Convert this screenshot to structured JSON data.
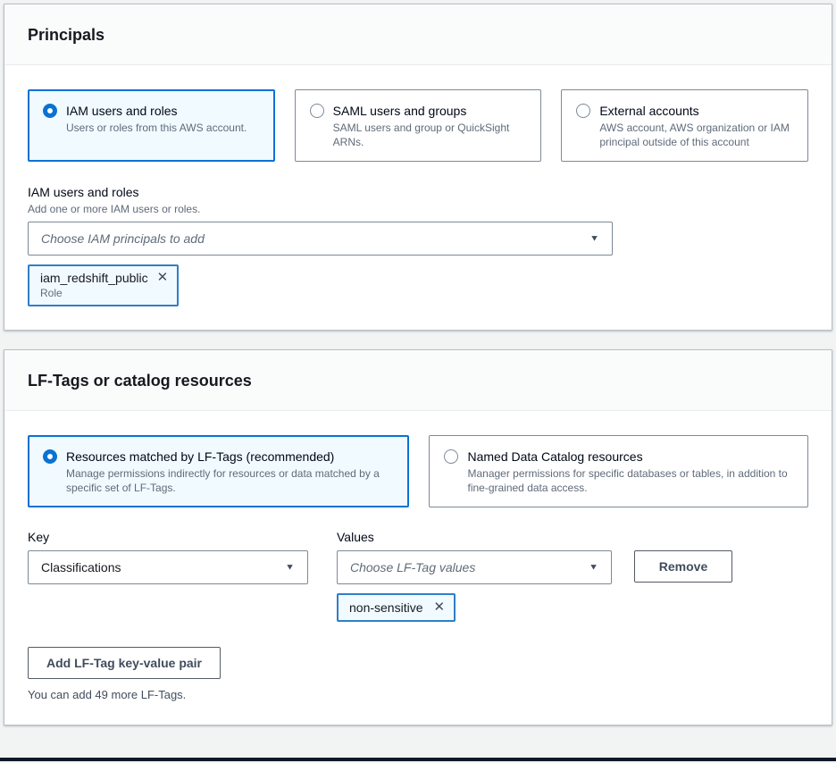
{
  "icons": {
    "caret": "▼",
    "dismiss": "✕"
  },
  "colors": {
    "accent": "#0972d3",
    "selected_bg": "#f1faff",
    "border_gray": "#7d8998"
  },
  "principals_panel": {
    "title": "Principals",
    "tiles": [
      {
        "label": "IAM users and roles",
        "description": "Users or roles from this AWS account.",
        "selected": true
      },
      {
        "label": "SAML users and groups",
        "description": "SAML users and group or QuickSight ARNs.",
        "selected": false
      },
      {
        "label": "External accounts",
        "description": "AWS account, AWS organization or IAM principal outside of this account",
        "selected": false
      }
    ],
    "field": {
      "label": "IAM users and roles",
      "description": "Add one or more IAM users or roles.",
      "placeholder": "Choose IAM principals to add"
    },
    "token": {
      "label": "iam_redshift_public",
      "type": "Role"
    }
  },
  "lftags_panel": {
    "title": "LF-Tags or catalog resources",
    "tiles": [
      {
        "label": "Resources matched by LF-Tags (recommended)",
        "description": "Manage permissions indirectly for resources or data matched by a specific set of LF-Tags.",
        "selected": true
      },
      {
        "label": "Named Data Catalog resources",
        "description": "Manager permissions for specific databases or tables, in addition to fine-grained data access.",
        "selected": false
      }
    ],
    "key_field": {
      "label": "Key",
      "value": "Classifications"
    },
    "values_field": {
      "label": "Values",
      "placeholder": "Choose LF-Tag values"
    },
    "remove_button": "Remove",
    "token": {
      "label": "non-sensitive"
    },
    "add_button": "Add LF-Tag key-value pair",
    "note": "You can add 49 more LF-Tags."
  }
}
